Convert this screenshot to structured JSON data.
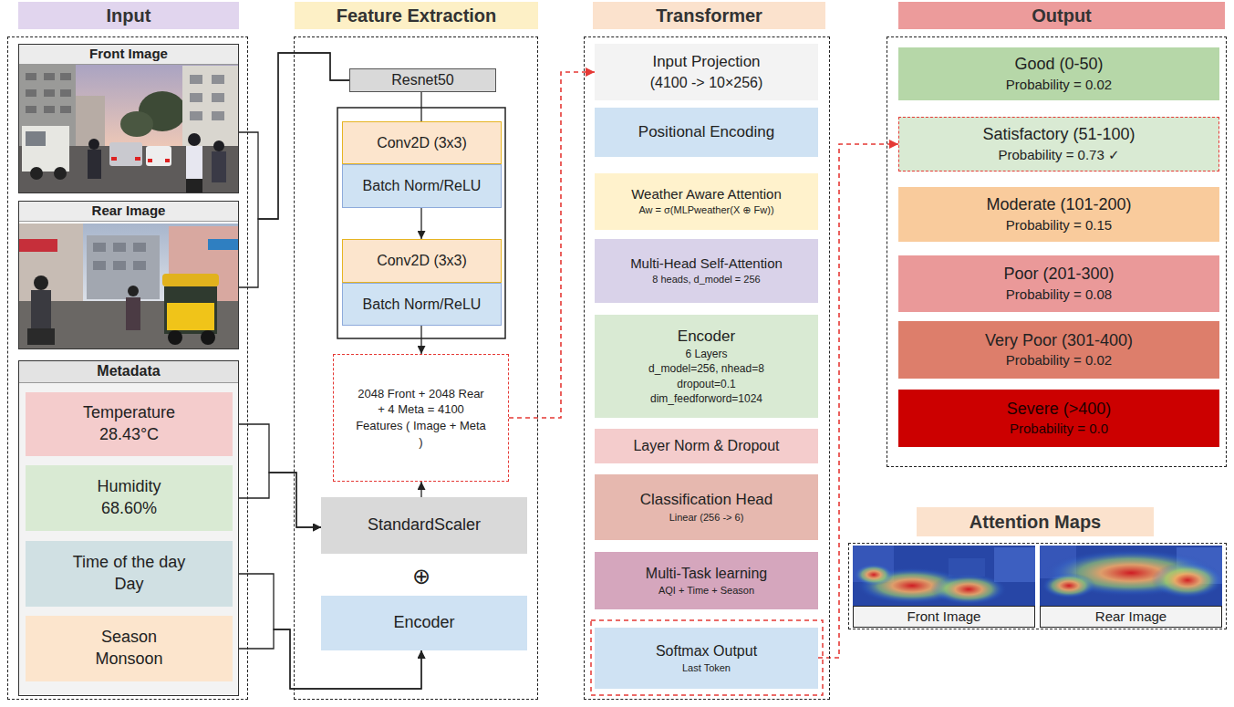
{
  "diagram": {
    "nodes": [
      {
        "text": [
          "Input"
        ]
      },
      {
        "text": [
          "Front Image"
        ],
        "in": 0
      },
      {
        "text": [
          "Rear Image"
        ],
        "in": 0
      },
      {
        "text": [
          "Metadata"
        ],
        "in": 0
      },
      {
        "text": [
          "Temperature",
          "28.43°C"
        ],
        "in": 3
      },
      {
        "text": [
          "Humidity",
          "68.60%"
        ],
        "in": 3
      },
      {
        "text": [
          "Time of the day",
          "Day"
        ],
        "in": 3
      },
      {
        "text": [
          "Season",
          "Monsoon"
        ],
        "in": 3
      },
      {
        "text": [
          "Feature Extraction"
        ]
      },
      {
        "text": [
          "Resnet50"
        ],
        "in": 8
      },
      {
        "text": [
          "Conv2D (3x3)"
        ],
        "in": 8
      },
      {
        "text": [
          "Batch Norm/ReLU"
        ],
        "in": 8
      },
      {
        "text": [
          "Conv2D (3x3)"
        ],
        "in": 8
      },
      {
        "text": [
          "Batch Norm/ReLU"
        ],
        "in": 8
      },
      {
        "text": [
          "2048 Front + 2048 Rear + 4 Meta = 4100 Features ( Image + Meta )"
        ],
        "in": 8
      },
      {
        "text": [
          "StandardScaler"
        ],
        "in": 8
      },
      {
        "text": [
          "Encoder"
        ],
        "in": 8
      },
      {
        "text": [
          "Transformer"
        ]
      },
      {
        "text": [
          "Input Projection",
          "(4100 -> 10×256)"
        ],
        "in": 17
      },
      {
        "text": [
          "Positional Encoding"
        ],
        "in": 17
      },
      {
        "text": [
          "Weather Aware Attention",
          "Aw = σ(MLPweather(X ⊕ Fw))"
        ],
        "in": 17
      },
      {
        "text": [
          "Multi-Head Self-Attention",
          "8 heads, d_model = 256"
        ],
        "in": 17
      },
      {
        "text": [
          "Encoder",
          "6 Layers",
          "d_model=256, nhead=8",
          "dropout=0.1",
          "dim_feedforword=1024"
        ],
        "in": 17
      },
      {
        "text": [
          "Layer Norm & Dropout"
        ],
        "in": 17
      },
      {
        "text": [
          "Classification Head",
          "Linear (256 -> 6)"
        ],
        "in": 17
      },
      {
        "text": [
          "Multi-Task learning",
          "AQI + Time + Season"
        ],
        "in": 17
      },
      {
        "text": [
          "Softmax Output",
          "Last Token"
        ],
        "in": 17
      },
      {
        "text": [
          "Output"
        ]
      },
      {
        "text": [
          "Good (0-50)",
          "Probability = 0.02"
        ],
        "in": 27
      },
      {
        "text": [
          "Satisfactory (51-100)",
          "Probability = 0.73 ✓"
        ],
        "in": 27
      },
      {
        "text": [
          "Moderate (101-200)",
          "Probability = 0.15"
        ],
        "in": 27
      },
      {
        "text": [
          "Poor (201-300)",
          "Probability = 0.08"
        ],
        "in": 27
      },
      {
        "text": [
          "Very Poor (301-400)",
          "Probability = 0.02"
        ],
        "in": 27
      },
      {
        "text": [
          "Severe (>400)",
          "Probability = 0.0"
        ],
        "in": 27
      },
      {
        "text": [
          "Attention Maps"
        ]
      },
      {
        "text": [
          "Front Image"
        ],
        "in": 34
      },
      {
        "text": [
          "Rear Image"
        ],
        "in": 34
      }
    ],
    "edges": [
      {
        "from": 1,
        "to": 9,
        "arrow": "none"
      },
      {
        "from": 2,
        "to": 9,
        "arrow": "none"
      },
      {
        "from": 4,
        "to": 15,
        "arrow": "to"
      },
      {
        "from": 5,
        "to": 15,
        "arrow": "to"
      },
      {
        "from": 6,
        "to": 16,
        "arrow": "to"
      },
      {
        "from": 7,
        "to": 16,
        "arrow": "to"
      },
      {
        "from": 9,
        "to": 10,
        "arrow": "none"
      },
      {
        "from": 11,
        "to": 12,
        "arrow": "to"
      },
      {
        "from": 13,
        "to": 14,
        "arrow": "to"
      },
      {
        "from": 15,
        "to": 14,
        "arrow": "to"
      },
      {
        "from": 14,
        "to": 18,
        "arrow": "to"
      },
      {
        "from": 26,
        "to": 29,
        "arrow": "to"
      }
    ],
    "labels": [
      "⊕"
    ]
  }
}
